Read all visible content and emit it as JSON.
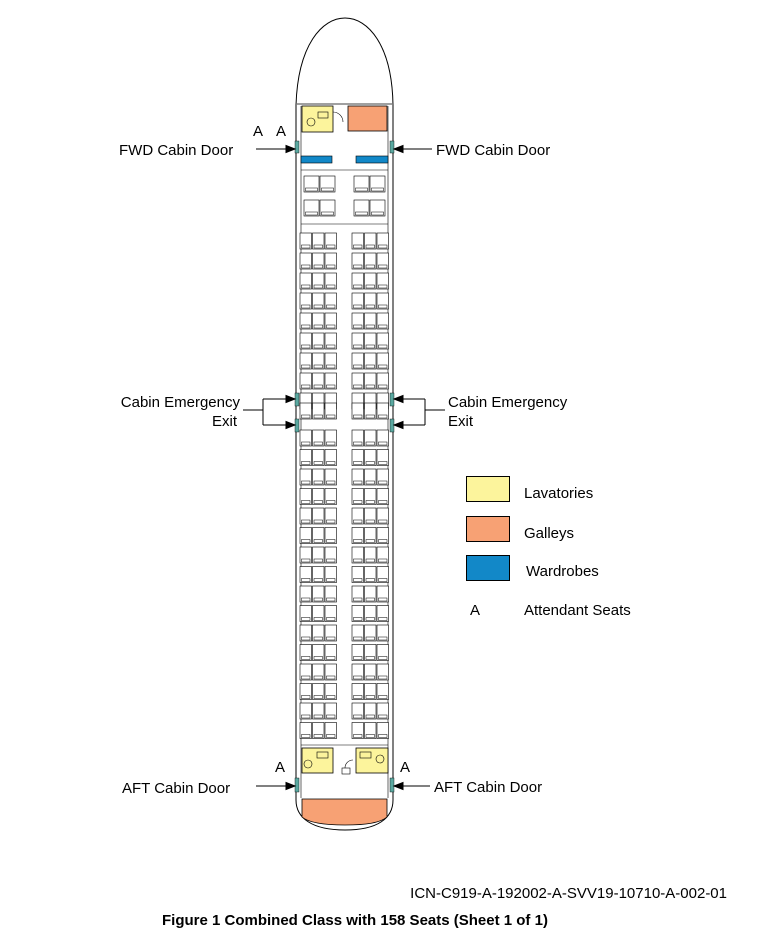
{
  "doors": {
    "fwd_left": "FWD Cabin Door",
    "fwd_right": "FWD Cabin Door",
    "aft_left": "AFT Cabin Door",
    "aft_right": "AFT Cabin Door"
  },
  "exits": {
    "left_line1": "Cabin Emergency",
    "left_line2": "Exit",
    "right_line1": "Cabin Emergency",
    "right_line2": "Exit"
  },
  "attendant_marker": "A",
  "legend": {
    "items": [
      {
        "label": "Lavatories",
        "color": "#fcf49c"
      },
      {
        "label": "Galleys",
        "color": "#f7a174"
      },
      {
        "label": "Wardrobes",
        "color": "#1288c8"
      },
      {
        "label": "Attendant Seats",
        "symbol": "A"
      }
    ]
  },
  "colors": {
    "lavatory": "#fcf49c",
    "galley": "#f7a174",
    "wardrobe": "#1288c8",
    "door": "#5aa8a0"
  },
  "reference_code": "ICN-C919-A-192002-A-SVV19-10710-A-002-01",
  "caption": "Figure 1  Combined Class with 158 Seats (Sheet 1 of 1)"
}
